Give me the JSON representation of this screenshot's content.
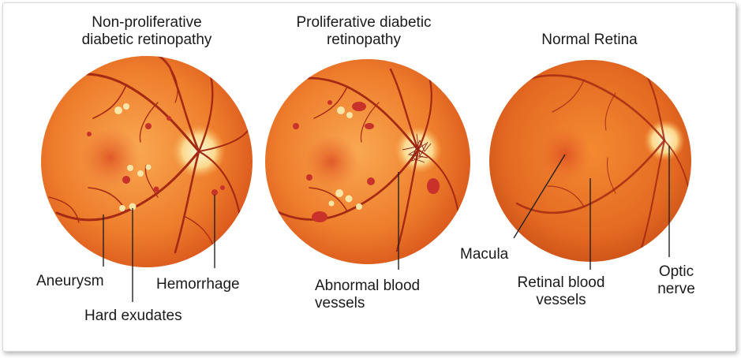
{
  "panels": [
    {
      "title_line1": "Non-proliferative",
      "title_line2": "diabetic retinopathy",
      "labels": {
        "aneurysm": "Aneurysm",
        "hard_exudates": "Hard exudates",
        "hemorrhage": "Hemorrhage"
      }
    },
    {
      "title_line1": "Proliferative diabetic",
      "title_line2": "retinopathy",
      "labels": {
        "abnormal_line1": "Abnormal blood",
        "abnormal_line2": "vessels"
      }
    },
    {
      "title_line1": "Normal Retina",
      "labels": {
        "macula": "Macula",
        "retinal_line1": "Retinal blood",
        "retinal_line2": "vessels",
        "optic_line1": "Optic",
        "optic_line2": "nerve"
      }
    }
  ],
  "colors": {
    "retina_center": "#f7a24a",
    "retina_edge": "#d8561a",
    "vessel": "#a52a14",
    "hemorrhage": "#c8322a",
    "exudate": "#f8e6a8",
    "optic_disc": "#fff1c8"
  }
}
